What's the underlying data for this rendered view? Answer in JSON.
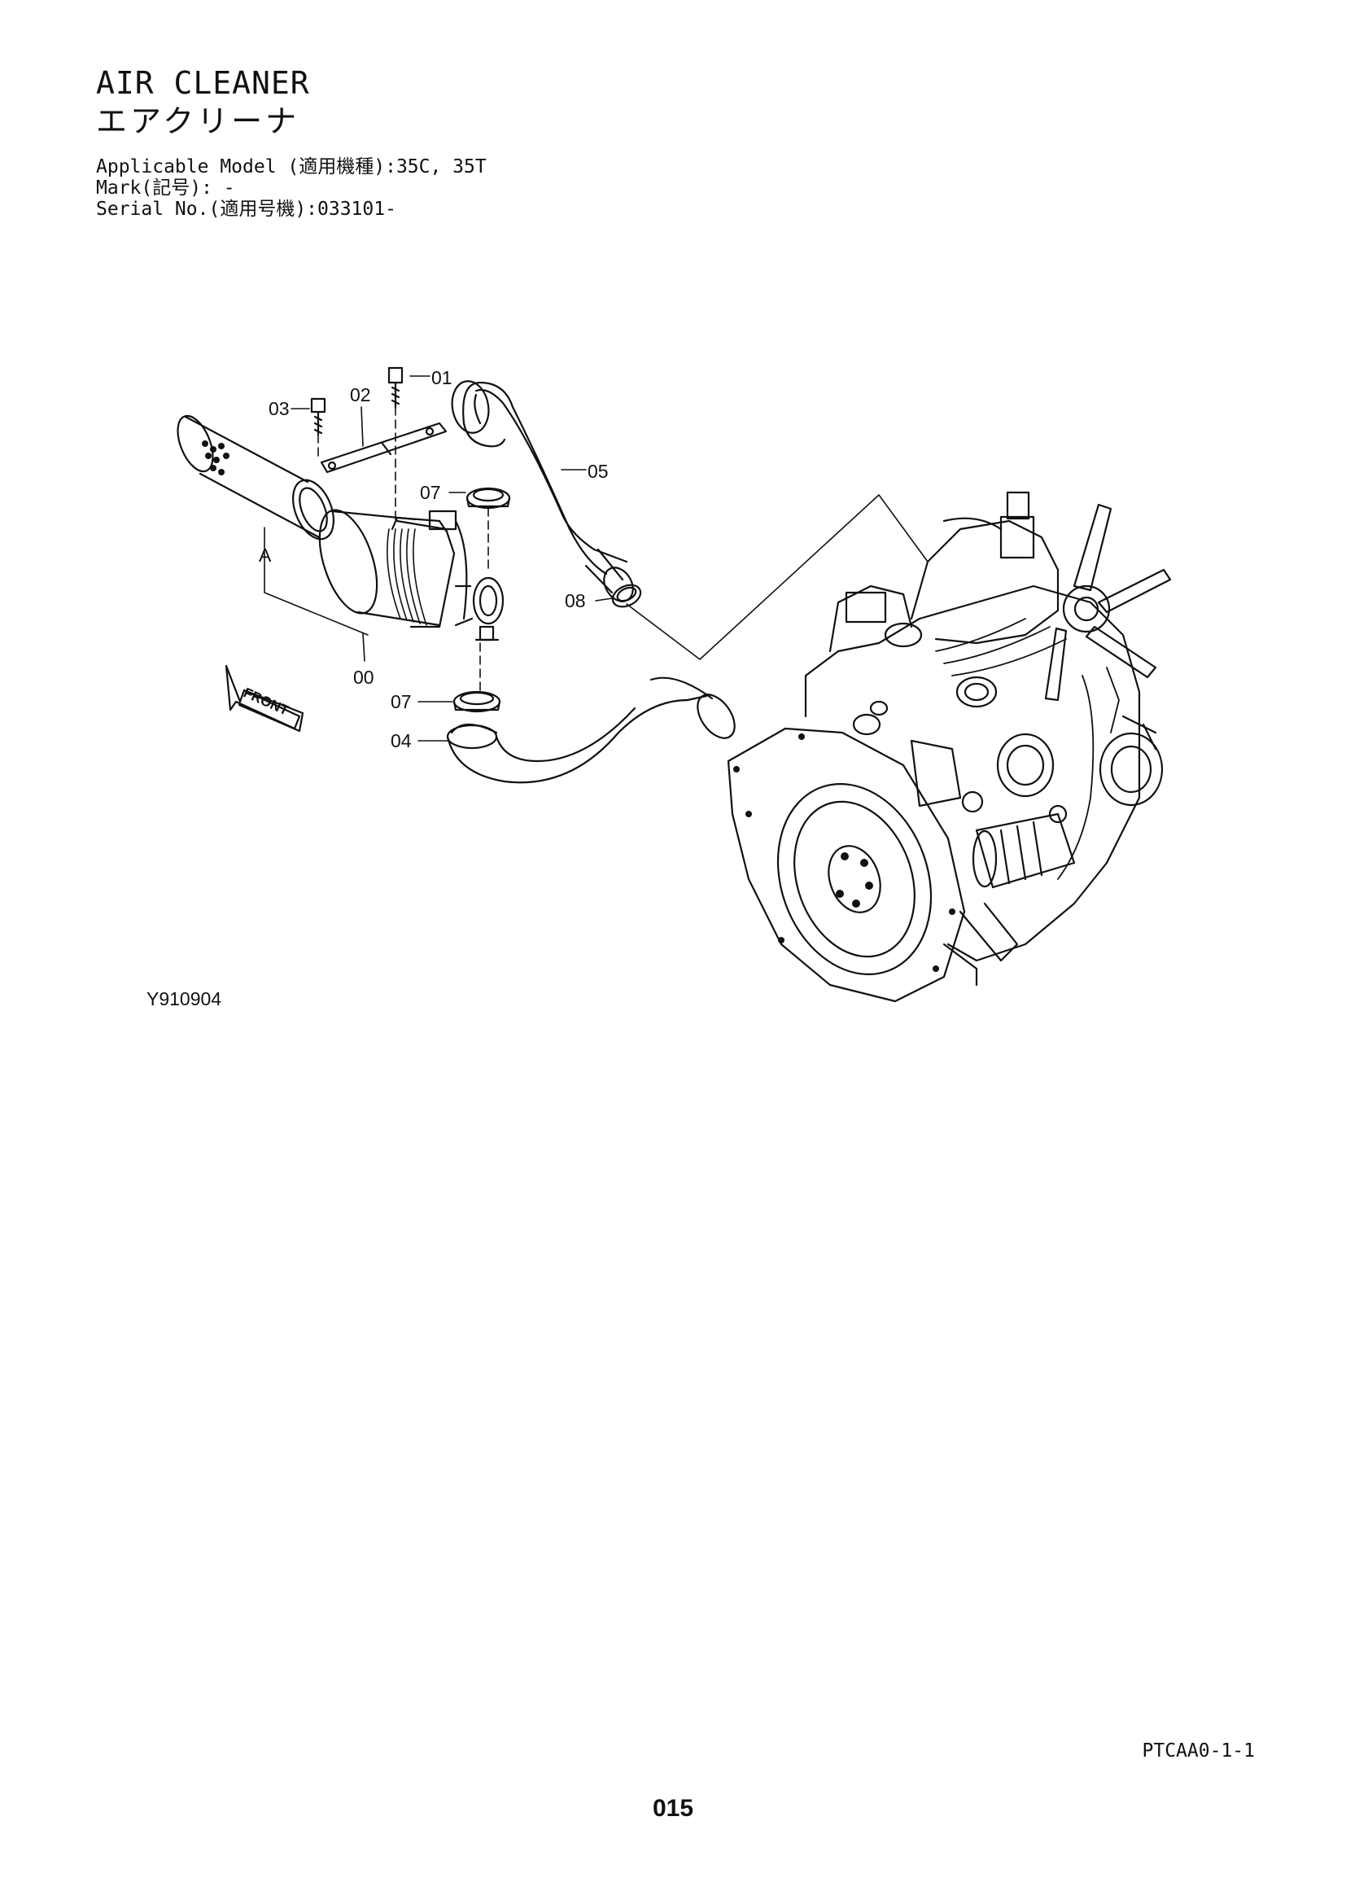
{
  "title_en": "AIR CLEANER",
  "title_jp": "エアクリーナ",
  "applicable_model": "Applicable Model (適用機種):35C, 35T",
  "mark": "Mark(記号): -",
  "serial_no": "Serial No.(適用号機):033101-",
  "callouts": {
    "c00": "00",
    "c01": "01",
    "c02": "02",
    "c03": "03",
    "c04": "04",
    "c05": "05",
    "c07a": "07",
    "c07b": "07",
    "c08": "08",
    "cA": "A"
  },
  "front_label": "FRONT",
  "figure_code": "Y910904",
  "doc_code": "PTCAA0-1-1",
  "page_number": "015"
}
